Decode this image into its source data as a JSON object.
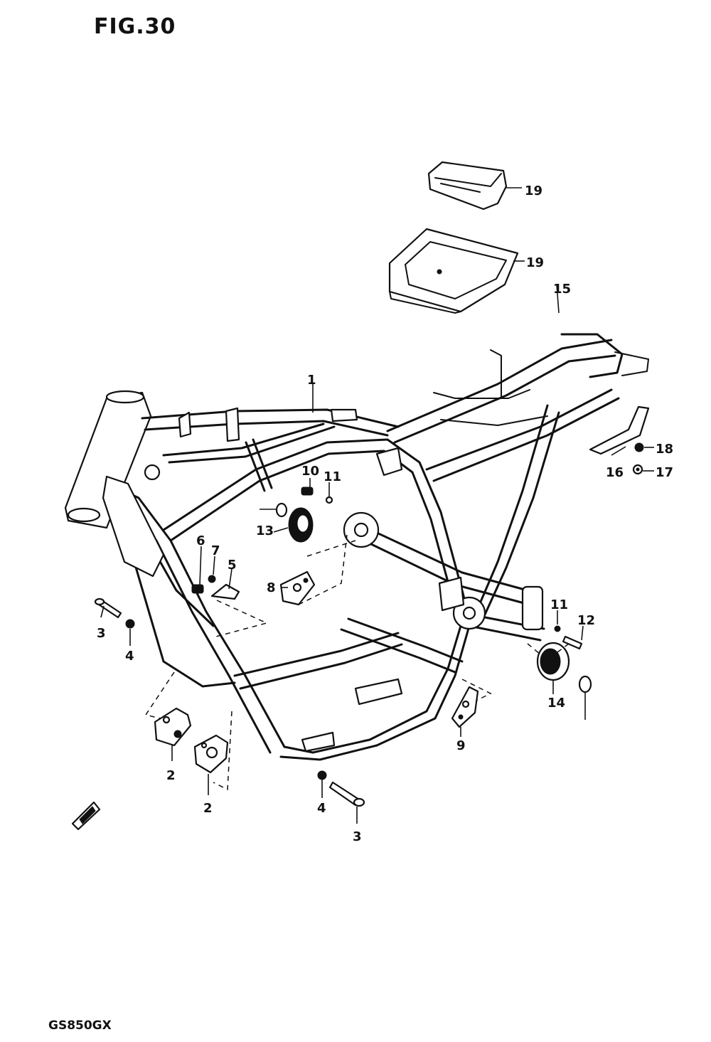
{
  "figure": {
    "title": "FIG.30",
    "model_code": "GS850GX"
  },
  "callouts": [
    {
      "id": "c1",
      "label": "1"
    },
    {
      "id": "c2a",
      "label": "2"
    },
    {
      "id": "c2b",
      "label": "2"
    },
    {
      "id": "c3a",
      "label": "3"
    },
    {
      "id": "c3b",
      "label": "3"
    },
    {
      "id": "c4a",
      "label": "4"
    },
    {
      "id": "c4b",
      "label": "4"
    },
    {
      "id": "c5",
      "label": "5"
    },
    {
      "id": "c6",
      "label": "6"
    },
    {
      "id": "c7",
      "label": "7"
    },
    {
      "id": "c8",
      "label": "8"
    },
    {
      "id": "c9",
      "label": "9"
    },
    {
      "id": "c10",
      "label": "10"
    },
    {
      "id": "c11a",
      "label": "11"
    },
    {
      "id": "c11b",
      "label": "11"
    },
    {
      "id": "c12",
      "label": "12"
    },
    {
      "id": "c13",
      "label": "13"
    },
    {
      "id": "c14",
      "label": "14"
    },
    {
      "id": "c15",
      "label": "15"
    },
    {
      "id": "c16",
      "label": "16"
    },
    {
      "id": "c17",
      "label": "17"
    },
    {
      "id": "c18",
      "label": "18"
    },
    {
      "id": "c19a",
      "label": "19"
    },
    {
      "id": "c19b",
      "label": "19"
    }
  ]
}
